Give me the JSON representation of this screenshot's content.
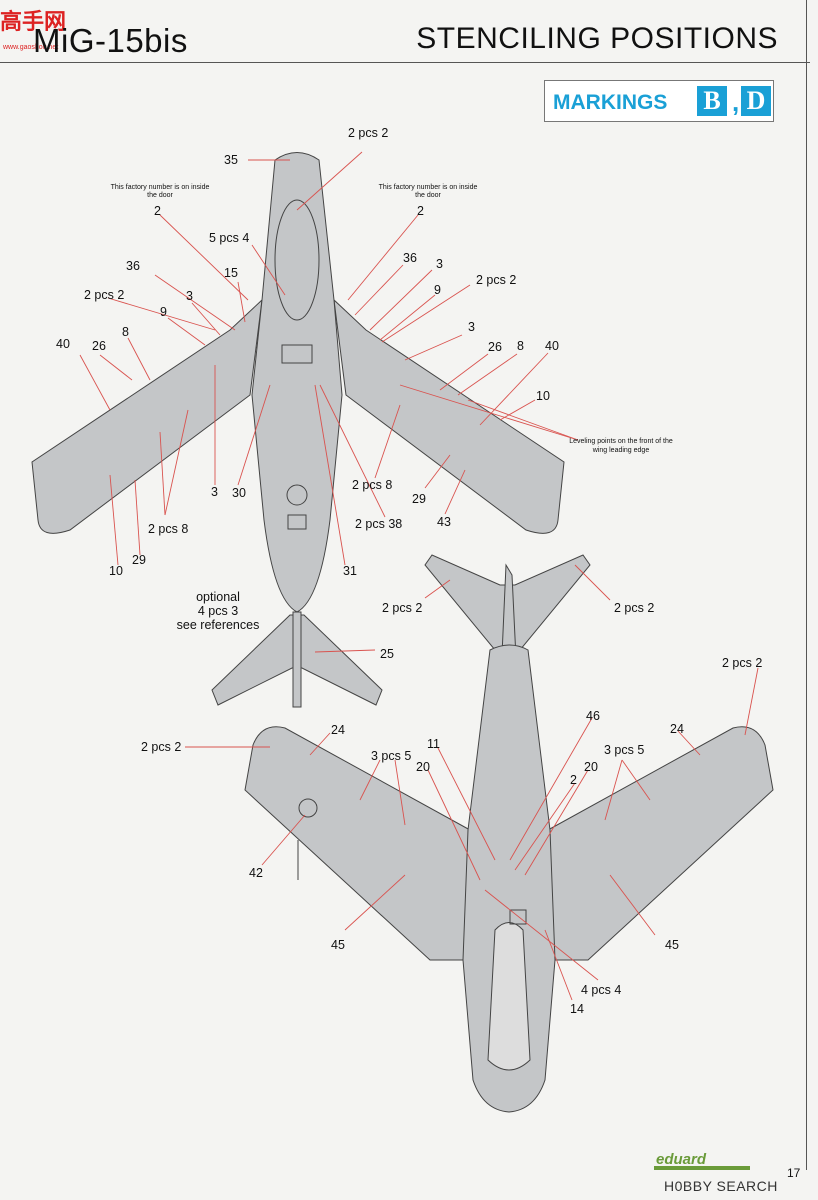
{
  "header": {
    "title": "MiG-15bis",
    "section": "STENCILING POSITIONS"
  },
  "markings": {
    "label": "MARKINGS",
    "letters": [
      "B",
      "D"
    ],
    "separator": ","
  },
  "watermark": {
    "text": "高手网",
    "url": "www.gaoshou.net"
  },
  "notes": {
    "door_left": "This factory number is on inside the door",
    "door_right": "This factory number is on inside the door",
    "leveling": "Leveling points on the front of the wing leading edge"
  },
  "optional_note": {
    "line1": "optional",
    "line2": "4 pcs 3",
    "line3": "see references"
  },
  "callouts_top": [
    {
      "id": "t-35",
      "text": "35"
    },
    {
      "id": "t-2pcs2-top",
      "text": "2 pcs 2"
    },
    {
      "id": "t-2-left",
      "text": "2"
    },
    {
      "id": "t-2-right",
      "text": "2"
    },
    {
      "id": "t-5pcs4",
      "text": "5 pcs 4"
    },
    {
      "id": "t-36-left",
      "text": "36"
    },
    {
      "id": "t-15",
      "text": "15"
    },
    {
      "id": "t-36-right",
      "text": "36"
    },
    {
      "id": "t-3-right-a",
      "text": "3"
    },
    {
      "id": "t-2pcs2-left",
      "text": "2 pcs 2"
    },
    {
      "id": "t-3-left-a",
      "text": "3"
    },
    {
      "id": "t-2pcs2-right",
      "text": "2 pcs 2"
    },
    {
      "id": "t-9-left",
      "text": "9"
    },
    {
      "id": "t-9-right",
      "text": "9"
    },
    {
      "id": "t-8-left",
      "text": "8"
    },
    {
      "id": "t-3-right-b",
      "text": "3"
    },
    {
      "id": "t-40-left",
      "text": "40"
    },
    {
      "id": "t-26-left",
      "text": "26"
    },
    {
      "id": "t-26-right",
      "text": "26"
    },
    {
      "id": "t-8-right",
      "text": "8"
    },
    {
      "id": "t-40-right",
      "text": "40"
    },
    {
      "id": "t-10-right",
      "text": "10"
    },
    {
      "id": "t-2pcs8-center",
      "text": "2 pcs 8"
    },
    {
      "id": "t-3-bottom",
      "text": "3"
    },
    {
      "id": "t-30",
      "text": "30"
    },
    {
      "id": "t-29-right",
      "text": "29"
    },
    {
      "id": "t-2pcs8-left",
      "text": "2 pcs 8"
    },
    {
      "id": "t-2pcs38",
      "text": "2 pcs 38"
    },
    {
      "id": "t-43",
      "text": "43"
    },
    {
      "id": "t-29-left",
      "text": "29"
    },
    {
      "id": "t-10-left",
      "text": "10"
    },
    {
      "id": "t-31",
      "text": "31"
    },
    {
      "id": "t-25",
      "text": "25"
    }
  ],
  "callouts_bottom": [
    {
      "id": "b-2pcs2-tail-left",
      "text": "2 pcs 2"
    },
    {
      "id": "b-2pcs2-tail-right",
      "text": "2 pcs 2"
    },
    {
      "id": "b-2pcs2-wingtip-right",
      "text": "2 pcs 2"
    },
    {
      "id": "b-46",
      "text": "46"
    },
    {
      "id": "b-24-left",
      "text": "24"
    },
    {
      "id": "b-24-right",
      "text": "24"
    },
    {
      "id": "b-2pcs2-wingtip-left",
      "text": "2 pcs 2"
    },
    {
      "id": "b-11",
      "text": "11"
    },
    {
      "id": "b-3pcs5-left",
      "text": "3 pcs 5"
    },
    {
      "id": "b-3pcs5-right",
      "text": "3 pcs 5"
    },
    {
      "id": "b-20-left",
      "text": "20"
    },
    {
      "id": "b-20-right",
      "text": "20"
    },
    {
      "id": "b-2",
      "text": "2"
    },
    {
      "id": "b-42",
      "text": "42"
    },
    {
      "id": "b-45-left",
      "text": "45"
    },
    {
      "id": "b-45-right",
      "text": "45"
    },
    {
      "id": "b-4pcs4",
      "text": "4 pcs 4"
    },
    {
      "id": "b-14",
      "text": "14"
    }
  ],
  "footer": {
    "brand": "eduard",
    "page_number": "17",
    "source": "H0BBY SEARCH"
  },
  "colors": {
    "aircraft": "#c4c6c8",
    "outline": "#444444",
    "leader": "#d9534f",
    "accent": "#1aa0d6",
    "brand": "#6a9b3a"
  }
}
